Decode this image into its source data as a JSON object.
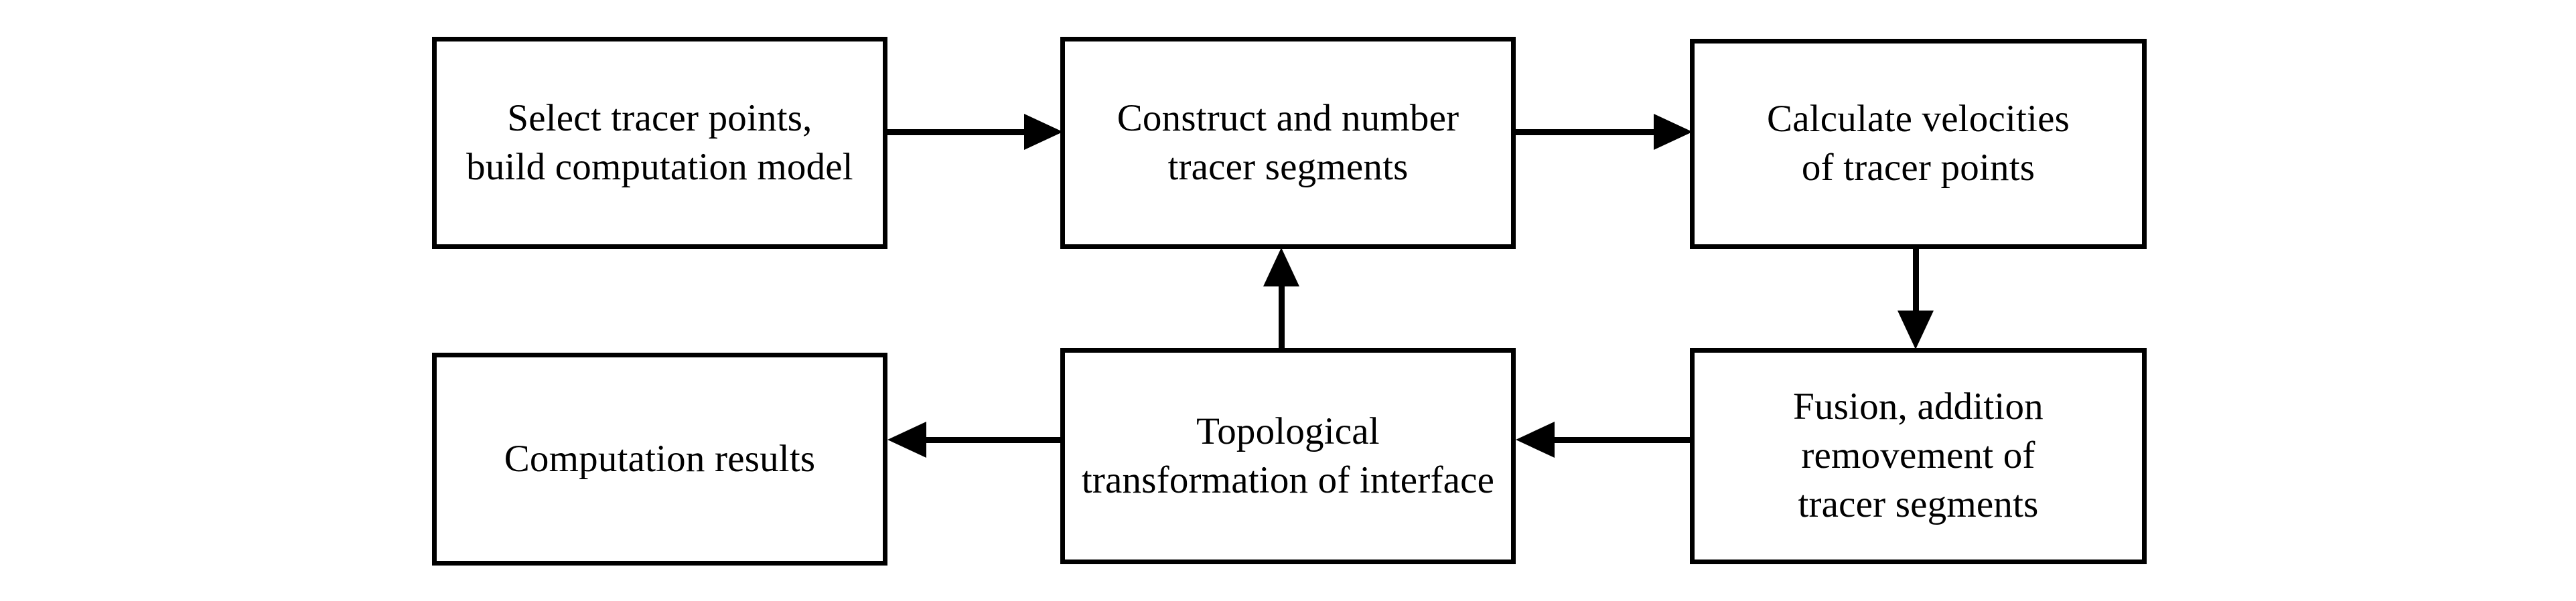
{
  "diagram": {
    "title": "Tracer-point interface tracking computation flowchart",
    "background_color": "#ffffff",
    "stroke_color": "#000000",
    "nodes": [
      {
        "id": "select-tracer-points",
        "lines": [
          "Select tracer points,",
          "build computation model"
        ],
        "text": "Select tracer points,\nbuild computation model"
      },
      {
        "id": "construct-number-segments",
        "lines": [
          "Construct and number",
          "tracer segments"
        ],
        "text": "Construct and number\ntracer segments"
      },
      {
        "id": "calculate-velocities",
        "lines": [
          "Calculate velocities",
          "of tracer points"
        ],
        "text": "Calculate velocities\nof tracer points"
      },
      {
        "id": "fusion-addition-removement",
        "lines": [
          "Fusion, addition",
          "removement of",
          "tracer segments"
        ],
        "text": "Fusion, addition\nremovement of\ntracer segments"
      },
      {
        "id": "topological-transformation",
        "lines": [
          "Topological",
          "transformation of interface"
        ],
        "text": "Topological\ntransformation of interface"
      },
      {
        "id": "computation-results",
        "lines": [
          "Computation results"
        ],
        "text": "Computation results"
      }
    ],
    "edges": [
      {
        "id": "edge-select-to-construct",
        "from": "select-tracer-points",
        "to": "construct-number-segments",
        "direction": "right"
      },
      {
        "id": "edge-construct-to-calculate",
        "from": "construct-number-segments",
        "to": "calculate-velocities",
        "direction": "right"
      },
      {
        "id": "edge-calculate-to-fusion",
        "from": "calculate-velocities",
        "to": "fusion-addition-removement",
        "direction": "down"
      },
      {
        "id": "edge-fusion-to-topological",
        "from": "fusion-addition-removement",
        "to": "topological-transformation",
        "direction": "left"
      },
      {
        "id": "edge-topological-to-results",
        "from": "topological-transformation",
        "to": "computation-results",
        "direction": "left"
      },
      {
        "id": "edge-topological-to-construct",
        "from": "topological-transformation",
        "to": "construct-number-segments",
        "direction": "up"
      }
    ]
  }
}
